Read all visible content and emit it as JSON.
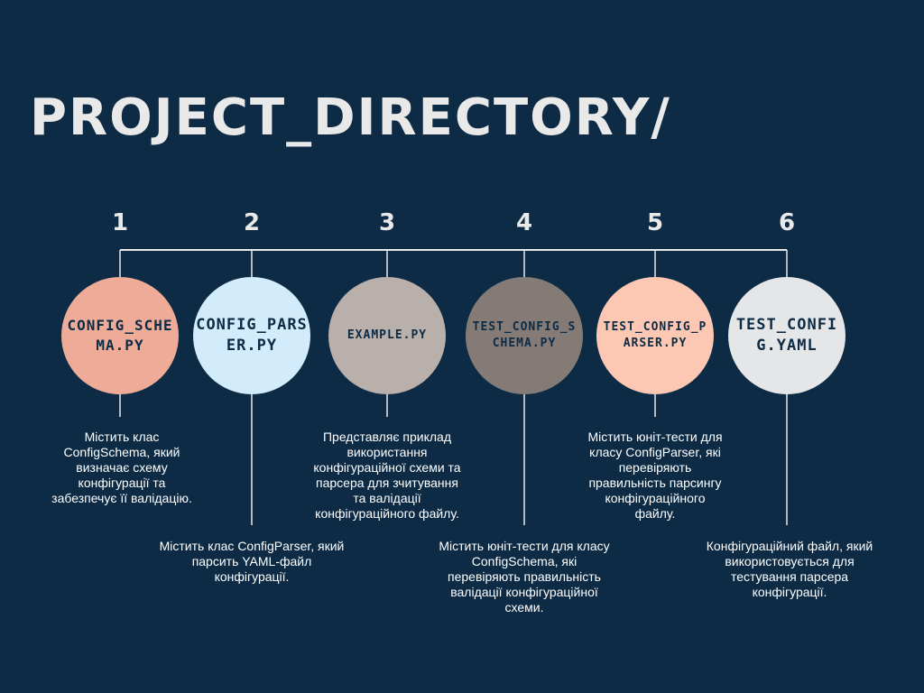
{
  "title": "PROJECT_DIRECTORY/",
  "items": [
    {
      "number": "1",
      "name": "CONFIG_SCHEMA.PY",
      "color": "#eeab98",
      "description": "Містить клас ConfigSchema, який визначає схему конфігурації та забезпечує її валідацію."
    },
    {
      "number": "2",
      "name": "CONFIG_PARSER.PY",
      "color": "#d3ecfb",
      "description": "Містить клас ConfigParser, який парсить YAML-файл конфігурації."
    },
    {
      "number": "3",
      "name": "EXAMPLE.PY",
      "color": "#b9b0ab",
      "description": "Представляє приклад використання конфігураційної схеми та парсера для зчитування та валідації конфігураційного файлу."
    },
    {
      "number": "4",
      "name": "TEST_CONFIG_SCHEMA.PY",
      "color": "#857b76",
      "description": "Містить юніт-тести для класу ConfigSchema, які перевіряють правильність валідації конфігураційної схеми."
    },
    {
      "number": "5",
      "name": "TEST_CONFIG_PARSER.PY",
      "color": "#fcc8b4",
      "description": "Містить юніт-тести для класу ConfigParser, які перевіряють правильність парсингу конфігураційного файлу."
    },
    {
      "number": "6",
      "name": "TEST_CONFIG.YAML",
      "color": "#e5e6e8",
      "description": "Конфігураційний файл, який використовується для тестування парсера конфігурації."
    }
  ]
}
